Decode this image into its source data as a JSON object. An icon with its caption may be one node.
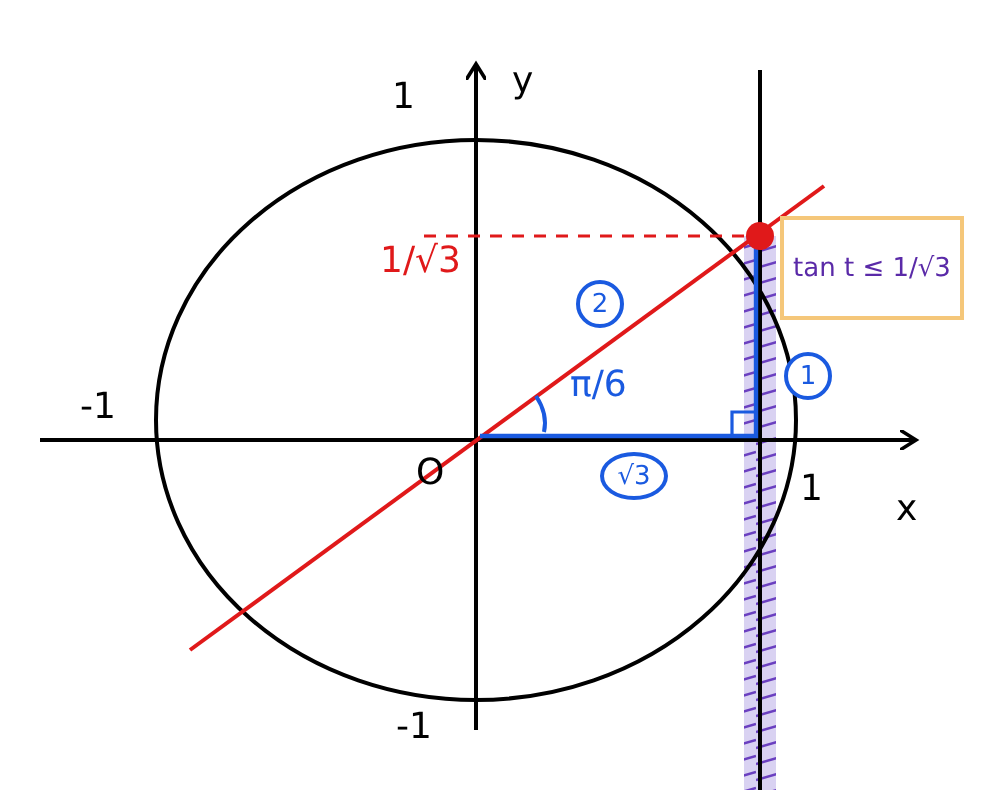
{
  "diagram": {
    "nodes": [
      {
        "text": [
          "tan t ≤ 1/√3"
        ]
      },
      {
        "text": [
          "2"
        ]
      },
      {
        "text": [
          "1"
        ]
      },
      {
        "text": [
          "√3"
        ]
      }
    ],
    "labels": [
      "1",
      "y",
      "1/√3",
      "-1",
      "π/6",
      "O",
      "1",
      "x",
      "-1"
    ]
  }
}
